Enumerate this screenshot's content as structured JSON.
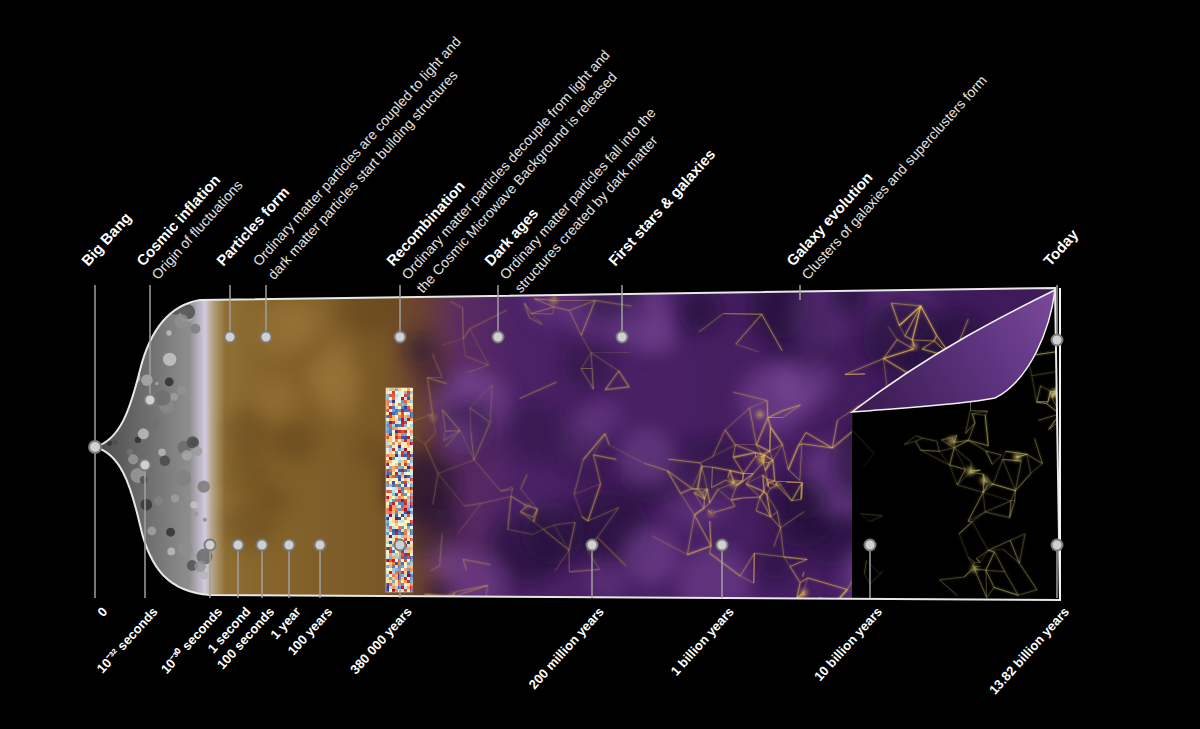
{
  "diagram": {
    "labels": [
      "Big Bang",
      "Cosmic inflation",
      "Origin of fluctuations",
      "Particles form",
      "Ordinary matter particles are coupled to light and dark matter particles start building structures",
      "Recombination",
      "Ordinary matter particles decouple from light and the Cosmic Microwave Background is released",
      "Dark ages",
      "Ordinary matter particles fall into the structures created by dark matter",
      "First stars & galaxies",
      "Galaxy evolution",
      "Clusters of galaxies and superclusters form",
      "Today",
      "0",
      "10⁻³² seconds",
      "10⁻³⁰ seconds",
      "1 second",
      "100 seconds",
      "1 year",
      "100 years",
      "380 000 years",
      "200 million years",
      "1 billion years",
      "10 billion years",
      "13.82 billion years"
    ]
  }
}
